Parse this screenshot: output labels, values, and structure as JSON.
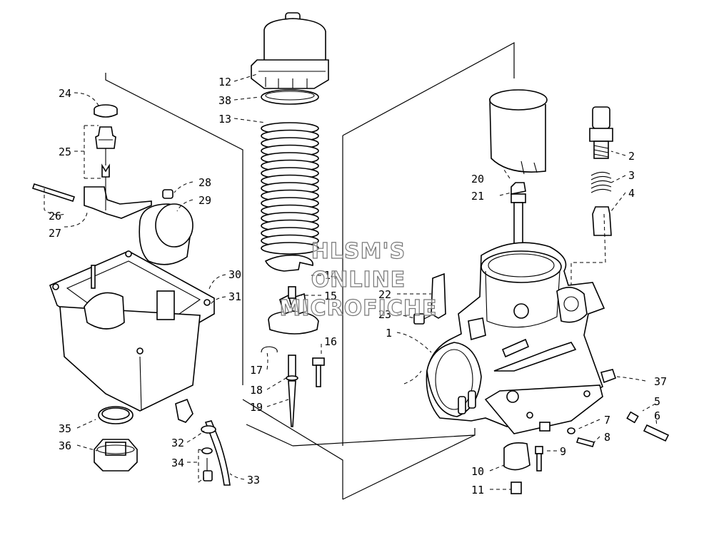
{
  "watermark": {
    "line1": "HLSM'S",
    "line2": "ONLINE",
    "line3": "MICROFICHE"
  },
  "labels": {
    "l1": "1",
    "l2": "2",
    "l3": "3",
    "l4": "4",
    "l5": "5",
    "l6": "6",
    "l7": "7",
    "l8": "8",
    "l9": "9",
    "l10": "10",
    "l11": "11",
    "l12": "12",
    "l13": "13",
    "l14": "14",
    "l15": "15",
    "l16": "16",
    "l17": "17",
    "l18": "18",
    "l19": "19",
    "l20": "20",
    "l21": "21",
    "l22": "22",
    "l23": "23",
    "l24": "24",
    "l25": "25",
    "l26": "26",
    "l27": "27",
    "l28": "28",
    "l29": "29",
    "l30": "30",
    "l31": "31",
    "l32": "32",
    "l33": "33",
    "l34": "34",
    "l35": "35",
    "l36": "36",
    "l37": "37",
    "l38": "38"
  }
}
